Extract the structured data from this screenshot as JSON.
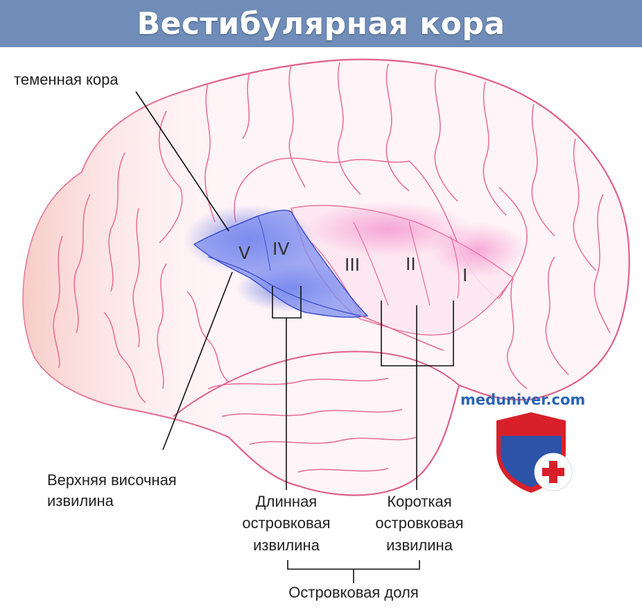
{
  "title": "Вестибулярная кора",
  "labels": {
    "parietal": "теменная кора",
    "superior_temporal_line1": "Верхняя височная",
    "superior_temporal_line2": "извилина",
    "long_insular_line1": "Длинная",
    "long_insular_line2": "островковая",
    "long_insular_line3": "извилина",
    "short_insular_line1": "Короткая",
    "short_insular_line2": "островковая",
    "short_insular_line3": "извилина",
    "insular_lobe": "Островковая доля"
  },
  "gyri_numerals": [
    "V",
    "IV",
    "III",
    "II",
    "I"
  ],
  "watermark": "meduniver.com",
  "colors": {
    "header": "#6f8db8",
    "brain_outline": "#e0608a",
    "brain_fill": "#fff4f7",
    "highlight": "#5b6fe0",
    "shield_red": "#d8202a",
    "shield_blue": "#2c53a8"
  }
}
